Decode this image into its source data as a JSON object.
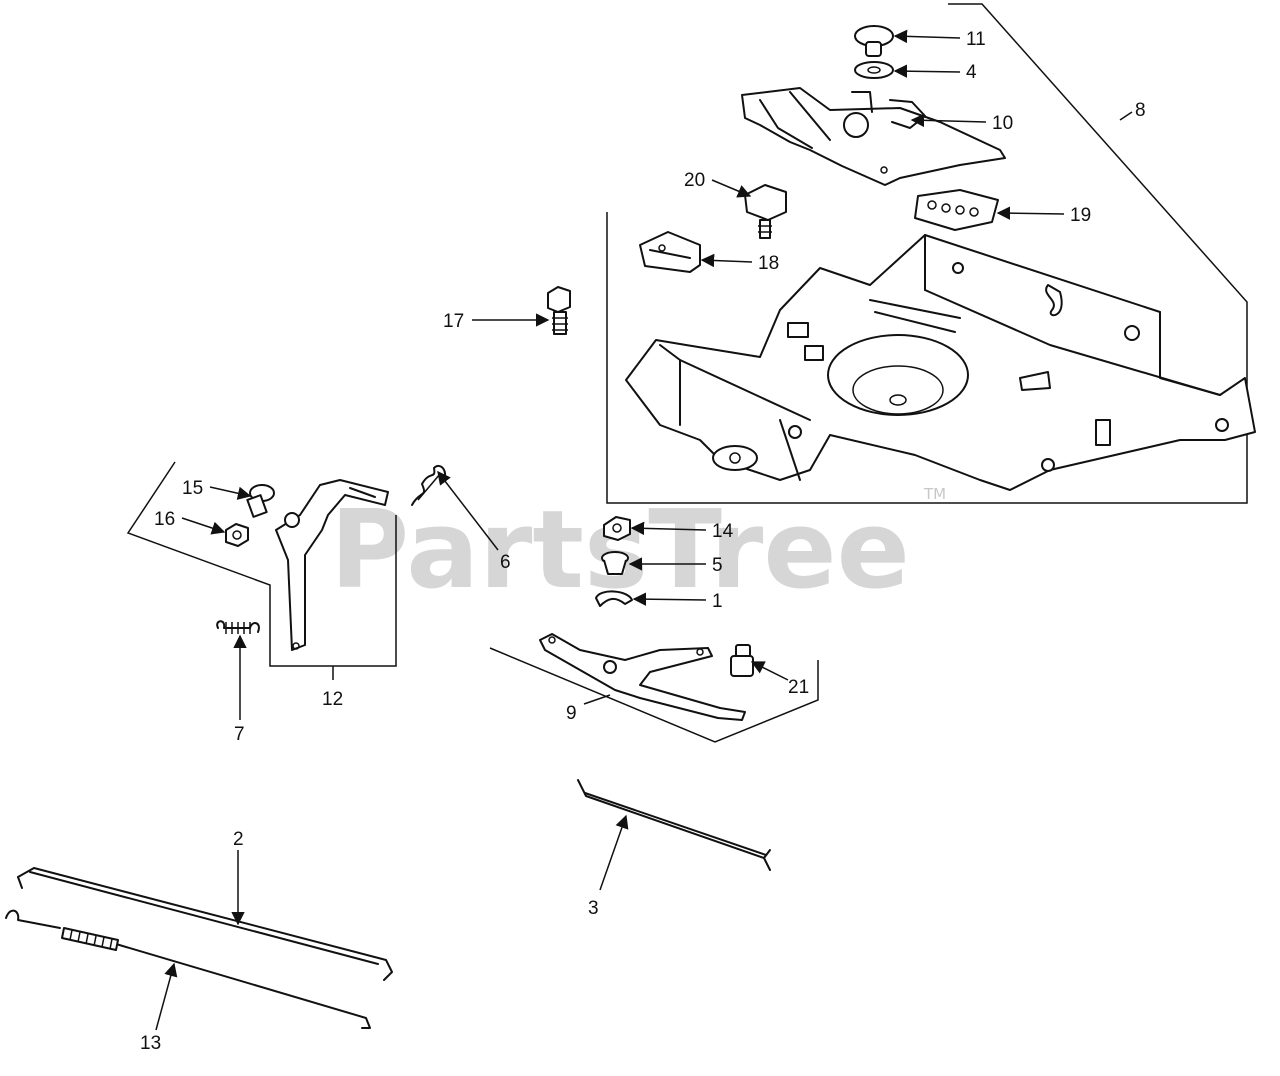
{
  "watermark": {
    "text": "PartsTree",
    "mark": "TM"
  },
  "callouts": {
    "n1": "1",
    "n2": "2",
    "n3": "3",
    "n4": "4",
    "n5": "5",
    "n6": "6",
    "n7": "7",
    "n8": "8",
    "n9": "9",
    "n10": "10",
    "n11": "11",
    "n12": "12",
    "n13": "13",
    "n14": "14",
    "n15": "15",
    "n16": "16",
    "n17": "17",
    "n18": "18",
    "n19": "19",
    "n20": "20",
    "n21": "21"
  },
  "icons": {
    "arrow": "arrowhead-icon",
    "spring": "spring-icon",
    "bolt": "bolt-icon"
  }
}
